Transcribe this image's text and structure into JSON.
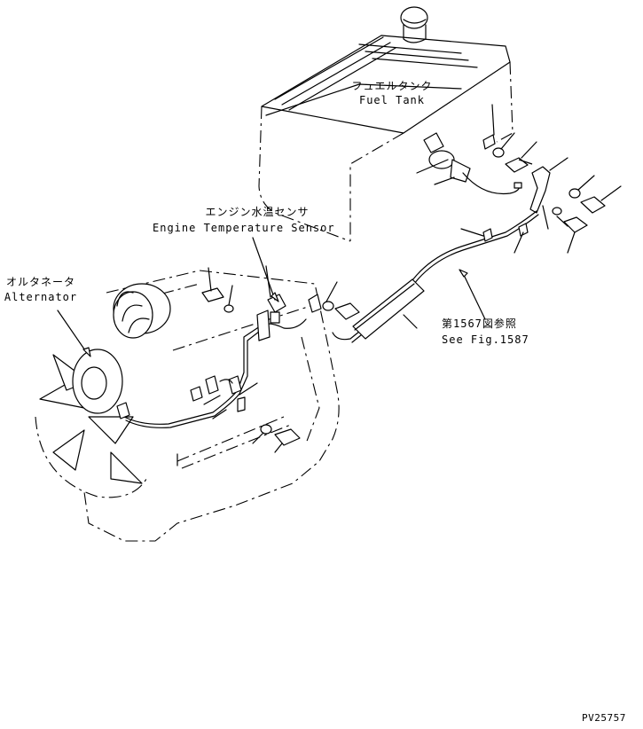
{
  "labels": {
    "fuel_tank_jp": "フュエルタンク",
    "fuel_tank_en": "Fuel Tank",
    "engine_temp_sensor_jp": "エンジン水温センサ",
    "engine_temp_sensor_en": "Engine Temperature Sensor",
    "alternator_jp": "オルタネータ",
    "alternator_en": "Alternator",
    "see_fig_jp": "第1567図参照",
    "see_fig_en": "See Fig.1587",
    "drawing_code": "PV25757"
  }
}
